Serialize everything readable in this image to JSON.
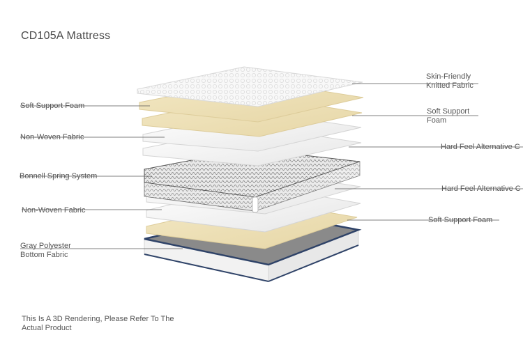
{
  "title": "CD105A Mattress",
  "labels": {
    "skin_friendly": "Skin-Friendly\nKnitted Fabric",
    "soft_support_right_1": "Soft Support\nFoam",
    "hard_feel_1": "Hard Feel Alternative C",
    "hard_feel_2": "Hard Feel Alternative C",
    "soft_support_right_2": "Soft Support Foam",
    "soft_support_left": "Soft Support Foam",
    "non_woven_1": "Non-Woven Fabric",
    "bonnell_spring": "Bonnell Spring System",
    "non_woven_2": "Non-Woven Fabric",
    "gray_polyester": "Gray Polyester\nBottom Fabric"
  },
  "footnote": "This Is A 3D Rendering, Please Refer To The\nActual Product",
  "colors": {
    "foam": "#efe3bd",
    "fabric_white": "#f6f6f6",
    "base_navy": "#2f4368",
    "base_gray": "#8a8a8a",
    "leader_line": "#555555"
  }
}
